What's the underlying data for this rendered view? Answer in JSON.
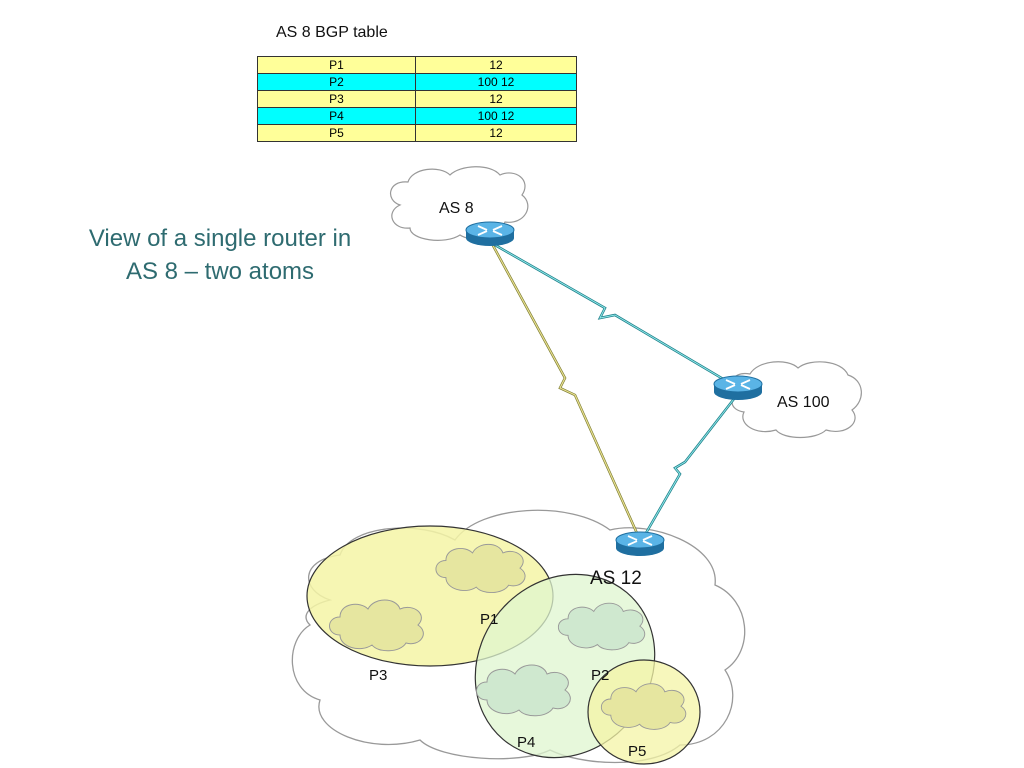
{
  "table": {
    "title": "AS 8 BGP table",
    "rows": [
      {
        "prefix": "P1",
        "path": "12",
        "color": "#ffff99"
      },
      {
        "prefix": "P2",
        "path": "100 12",
        "color": "#00ffff"
      },
      {
        "prefix": "P3",
        "path": "12",
        "color": "#ffff99"
      },
      {
        "prefix": "P4",
        "path": "100 12",
        "color": "#00ffff"
      },
      {
        "prefix": "P5",
        "path": "12",
        "color": "#ffff99"
      }
    ]
  },
  "caption": {
    "line1": "View of a single router in",
    "line2": "AS 8 – two atoms"
  },
  "diagram": {
    "as8_label": "AS 8",
    "as100_label": "AS 100",
    "as12_label": "AS 12",
    "prefix_labels": {
      "p1": "P1",
      "p2": "P2",
      "p3": "P3",
      "p4": "P4",
      "p5": "P5"
    },
    "colors": {
      "caption": "#2e6b70",
      "yellow_link": "#d8d070",
      "cyan_link": "#66dddd",
      "router": "#3a9ad0",
      "atom_yellow": "#f4f4a6",
      "atom_green": "#d6f0c8"
    }
  }
}
